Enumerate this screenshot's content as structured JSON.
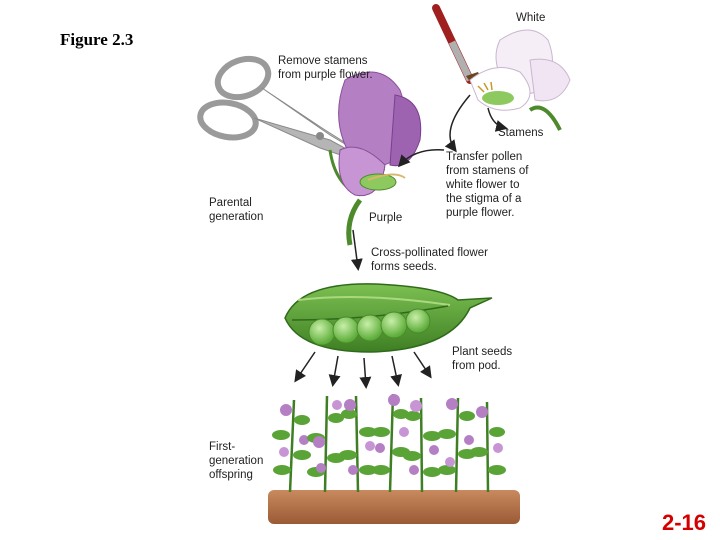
{
  "figure_title": "Figure 2.3",
  "page_number": "2-16",
  "labels": {
    "white": "White",
    "remove_stamens": [
      "Remove stamens",
      "from purple flower."
    ],
    "stamens": "Stamens",
    "transfer_pollen": [
      "Transfer pollen",
      "from stamens of",
      "white flower to",
      "the stigma of a",
      "purple flower."
    ],
    "parental_generation": [
      "Parental",
      "generation"
    ],
    "purple": "Purple",
    "cross_pollinated": [
      "Cross-pollinated flower",
      "forms seeds."
    ],
    "plant_seeds": [
      "Plant seeds",
      "from pod."
    ],
    "first_generation": [
      "First-",
      "generation",
      "offspring"
    ]
  },
  "colors": {
    "title_text": "#000000",
    "page_number": "#d40000",
    "purple_flower": "#b57fc4",
    "white_flower": "#f6eef7",
    "pod_green": "#4e9a2e",
    "pea_green": "#8fd16a",
    "soil": "#b8734a"
  },
  "icons": [
    "scissors-icon",
    "paintbrush-icon",
    "white-flower-icon",
    "purple-flower-icon",
    "pea-pod-icon",
    "pea-plant-icon"
  ]
}
